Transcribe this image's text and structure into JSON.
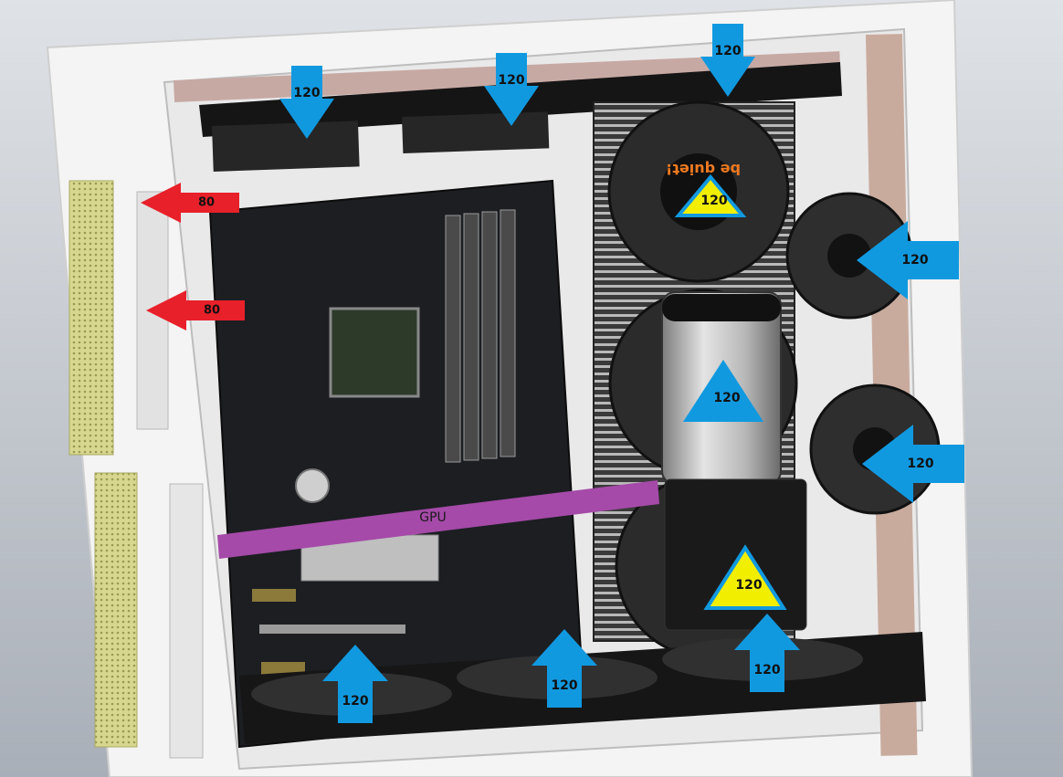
{
  "colors": {
    "blue_arrow": "#1199e0",
    "red_arrow": "#e8202a",
    "gpu_bar": "#a54aa8",
    "yellow_triangle": "#f2ee00",
    "case_frame": "#f2f2f2",
    "board": "#1c1e22",
    "background": "#c9cdd3"
  },
  "brand": {
    "fan_logo": "be quiet!"
  },
  "components": {
    "gpu_label": "GPU"
  },
  "intake_top": [
    {
      "label": "120",
      "direction": "down"
    },
    {
      "label": "120",
      "direction": "down"
    },
    {
      "label": "120",
      "direction": "down"
    }
  ],
  "exhaust_rear": [
    {
      "label": "80",
      "direction": "left"
    },
    {
      "label": "80",
      "direction": "left"
    }
  ],
  "intake_front": [
    {
      "label": "120",
      "direction": "left"
    },
    {
      "label": "120",
      "direction": "left"
    }
  ],
  "intake_bottom": [
    {
      "label": "120",
      "direction": "up"
    },
    {
      "label": "120",
      "direction": "up"
    },
    {
      "label": "120",
      "direction": "up"
    }
  ],
  "radiator_fans": [
    {
      "label": "120",
      "style": "yellow-triangle"
    },
    {
      "label": "120",
      "style": "blue-triangle"
    },
    {
      "label": "120",
      "style": "yellow-triangle"
    }
  ]
}
